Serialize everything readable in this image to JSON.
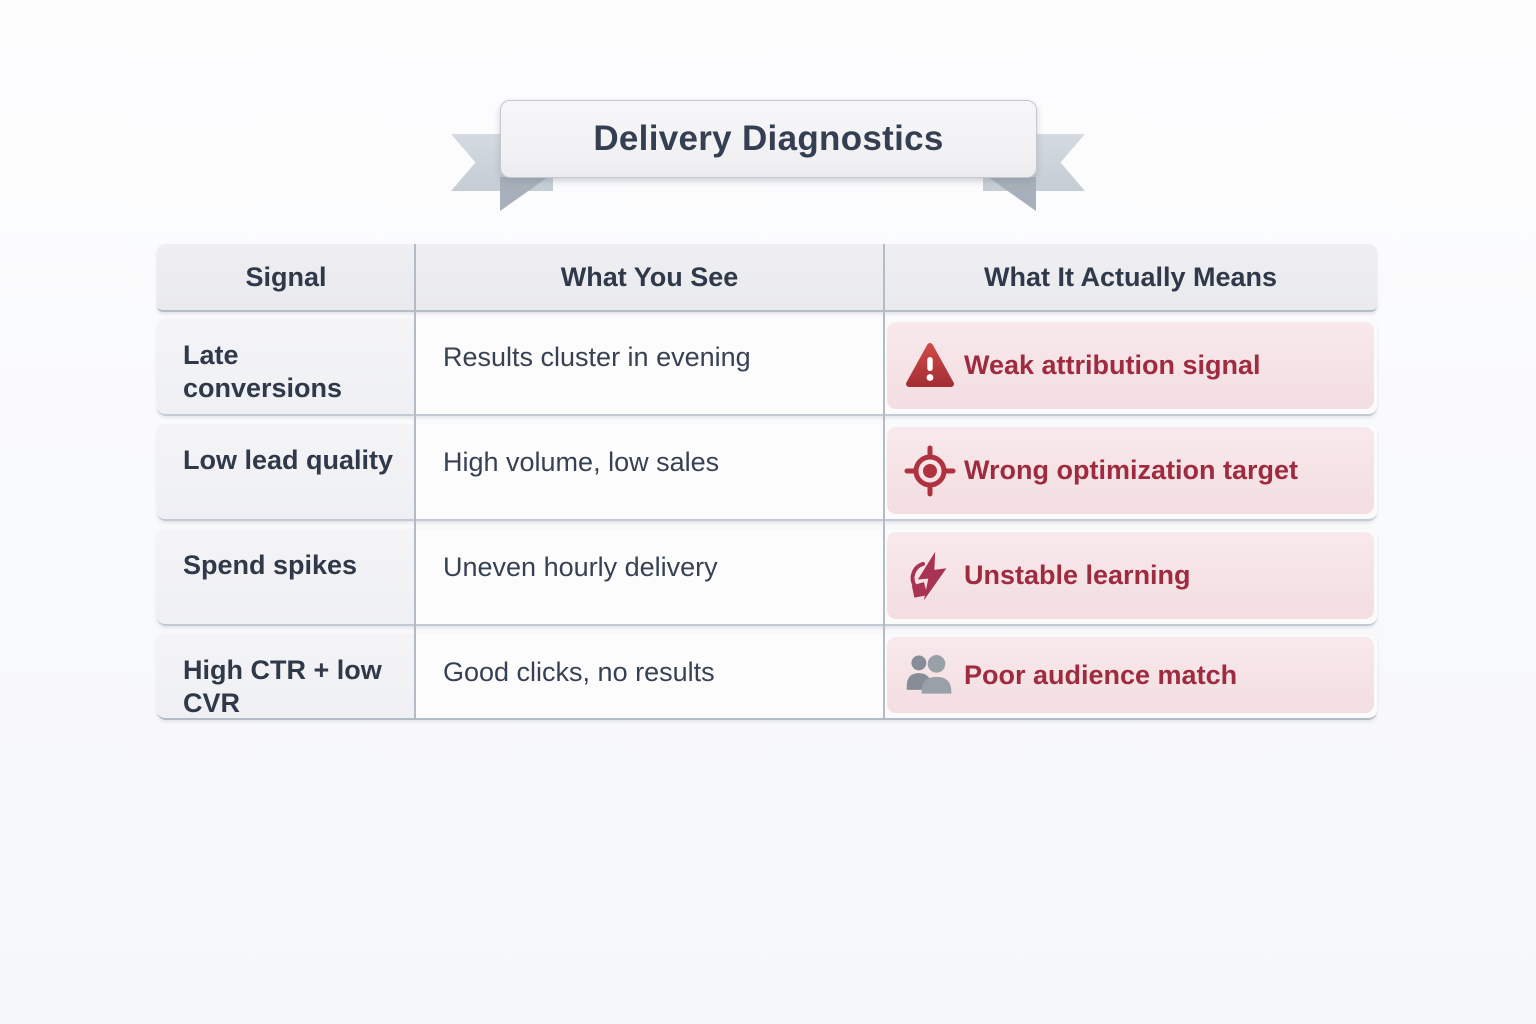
{
  "title": "Delivery Diagnostics",
  "table": {
    "headers": [
      "Signal",
      "What You See",
      "What It Actually Means"
    ],
    "rows": [
      {
        "signal": "Late conversions",
        "observation": "Results cluster in evening",
        "meaning": "Weak attribution signal",
        "icon": "warning-triangle-icon"
      },
      {
        "signal": "Low lead quality",
        "observation": "High volume, low sales",
        "meaning": "Wrong optimization target",
        "icon": "target-icon"
      },
      {
        "signal": "Spend spikes",
        "observation": "Uneven hourly delivery",
        "meaning": "Unstable learning",
        "icon": "lightning-bolt-icon"
      },
      {
        "signal": "High CTR + low CVR",
        "observation": "Good clicks, no results",
        "meaning": "Poor audience match",
        "icon": "users-icon"
      }
    ]
  },
  "colors": {
    "heading_text": "#2f3949",
    "body_text": "#374154",
    "alert_text": "#9e2b3f",
    "alert_chip_bg": "#f5e2e5",
    "alert_icon_red": "#b5383e",
    "target_icon_red": "#ae323f",
    "bolt_icon_crimson": "#a83352",
    "users_icon_gray": "#8b929b",
    "ribbon_tail": "#cdd4db",
    "ribbon_fold": "#a7b0ba",
    "banner_bg": "#f1f1f4",
    "divider": "#b3bbc6"
  }
}
